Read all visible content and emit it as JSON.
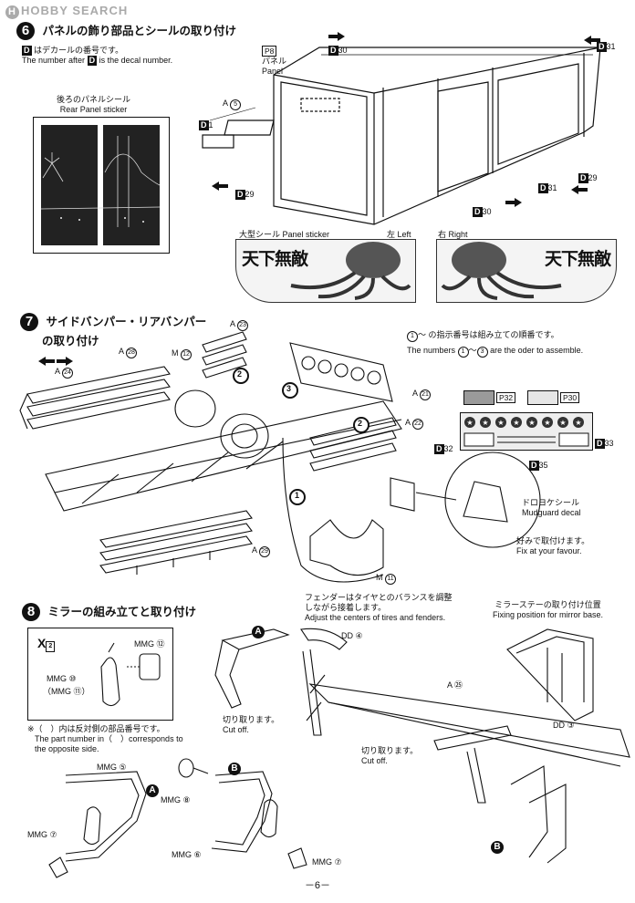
{
  "watermark": "HOBBY SEARCH",
  "step6": {
    "number": "6",
    "title": "パネルの飾り部品とシールの取り付け",
    "note_jp": "はデカールの番号です。",
    "note_en_pre": "The number after",
    "note_en_post": "is the decal number.",
    "note_tag": "D",
    "rear_sticker_jp": "後ろのパネルシール",
    "rear_sticker_en": "Rear Panel sticker",
    "panel_jp": "パネル",
    "panel_en": "Panel",
    "panel_ref": "8",
    "part_a5": "A",
    "part_a5_num": "5",
    "decals": {
      "d1": "1",
      "d29": "29",
      "d30": "30",
      "d31": "31"
    },
    "big_sticker_label": "大型シール Panel sticker",
    "left": "左 Left",
    "right": "右 Right",
    "sticker_text": "天下無敵"
  },
  "step7": {
    "number": "7",
    "title_line1": "サイドバンパー・リアバンパー",
    "title_line2": "の取り付け",
    "order_jp": "～ の指示番号は組み立ての順番です。",
    "order_en_pre": "The numbers",
    "order_en_post": "are the oder to assemble.",
    "order_from": "1",
    "order_to": "3",
    "parts": {
      "a23": "23",
      "a24": "24",
      "a28": "28",
      "a21": "21",
      "a22": "22",
      "a29": "29",
      "m12": "12",
      "m11": "11"
    },
    "part_prefix_a": "A",
    "part_prefix_m": "M",
    "ph32": "32",
    "ph30": "30",
    "decals": {
      "d32": "32",
      "d33": "33",
      "d35": "35"
    },
    "mudguard_jp": "ドロヨケシール",
    "mudguard_en": "Mudguard decal",
    "favour_jp": "好みで取付けます。",
    "favour_en": "Fix at your favour.",
    "fender_jp1": "フェンダーはタイヤとのバランスを調整",
    "fender_jp2": "しながら接着します。",
    "fender_en": "Adjust the centers of tires and fenders.",
    "seq": [
      "1",
      "2",
      "2",
      "3"
    ]
  },
  "step8": {
    "number": "8",
    "title": "ミラーの組み立てと取り付け",
    "x_label": "X",
    "x_num": "2",
    "mmg10": "MMG ⑩",
    "mmg11": "（MMG ⑪）",
    "mmg12": "MMG ⑫",
    "note_jp": "※（　）内は反対側の部品番号です。",
    "note_en1": "The part number in（　）corresponds to",
    "note_en2": "the opposite side.",
    "mirror_base_jp": "ミラーステーの取り付け位置",
    "mirror_base_en": "Fixing position for mirror base.",
    "dd4": "DD ④",
    "dd3": "DD ③",
    "a25": "A ㉕",
    "cutoff_jp": "切り取ります。",
    "cutoff_en": "Cut off.",
    "cutoff2_jp": "切り取ります。",
    "cutoff2_en": "Cut off.",
    "mmg5": "MMG ⑤",
    "mmg7a": "MMG ⑦",
    "mmg8": "MMG ⑧",
    "mmg6": "MMG ⑥",
    "mmg7b": "MMG ⑦",
    "callout_a": "A",
    "callout_b": "B"
  },
  "page_number": "－6－"
}
